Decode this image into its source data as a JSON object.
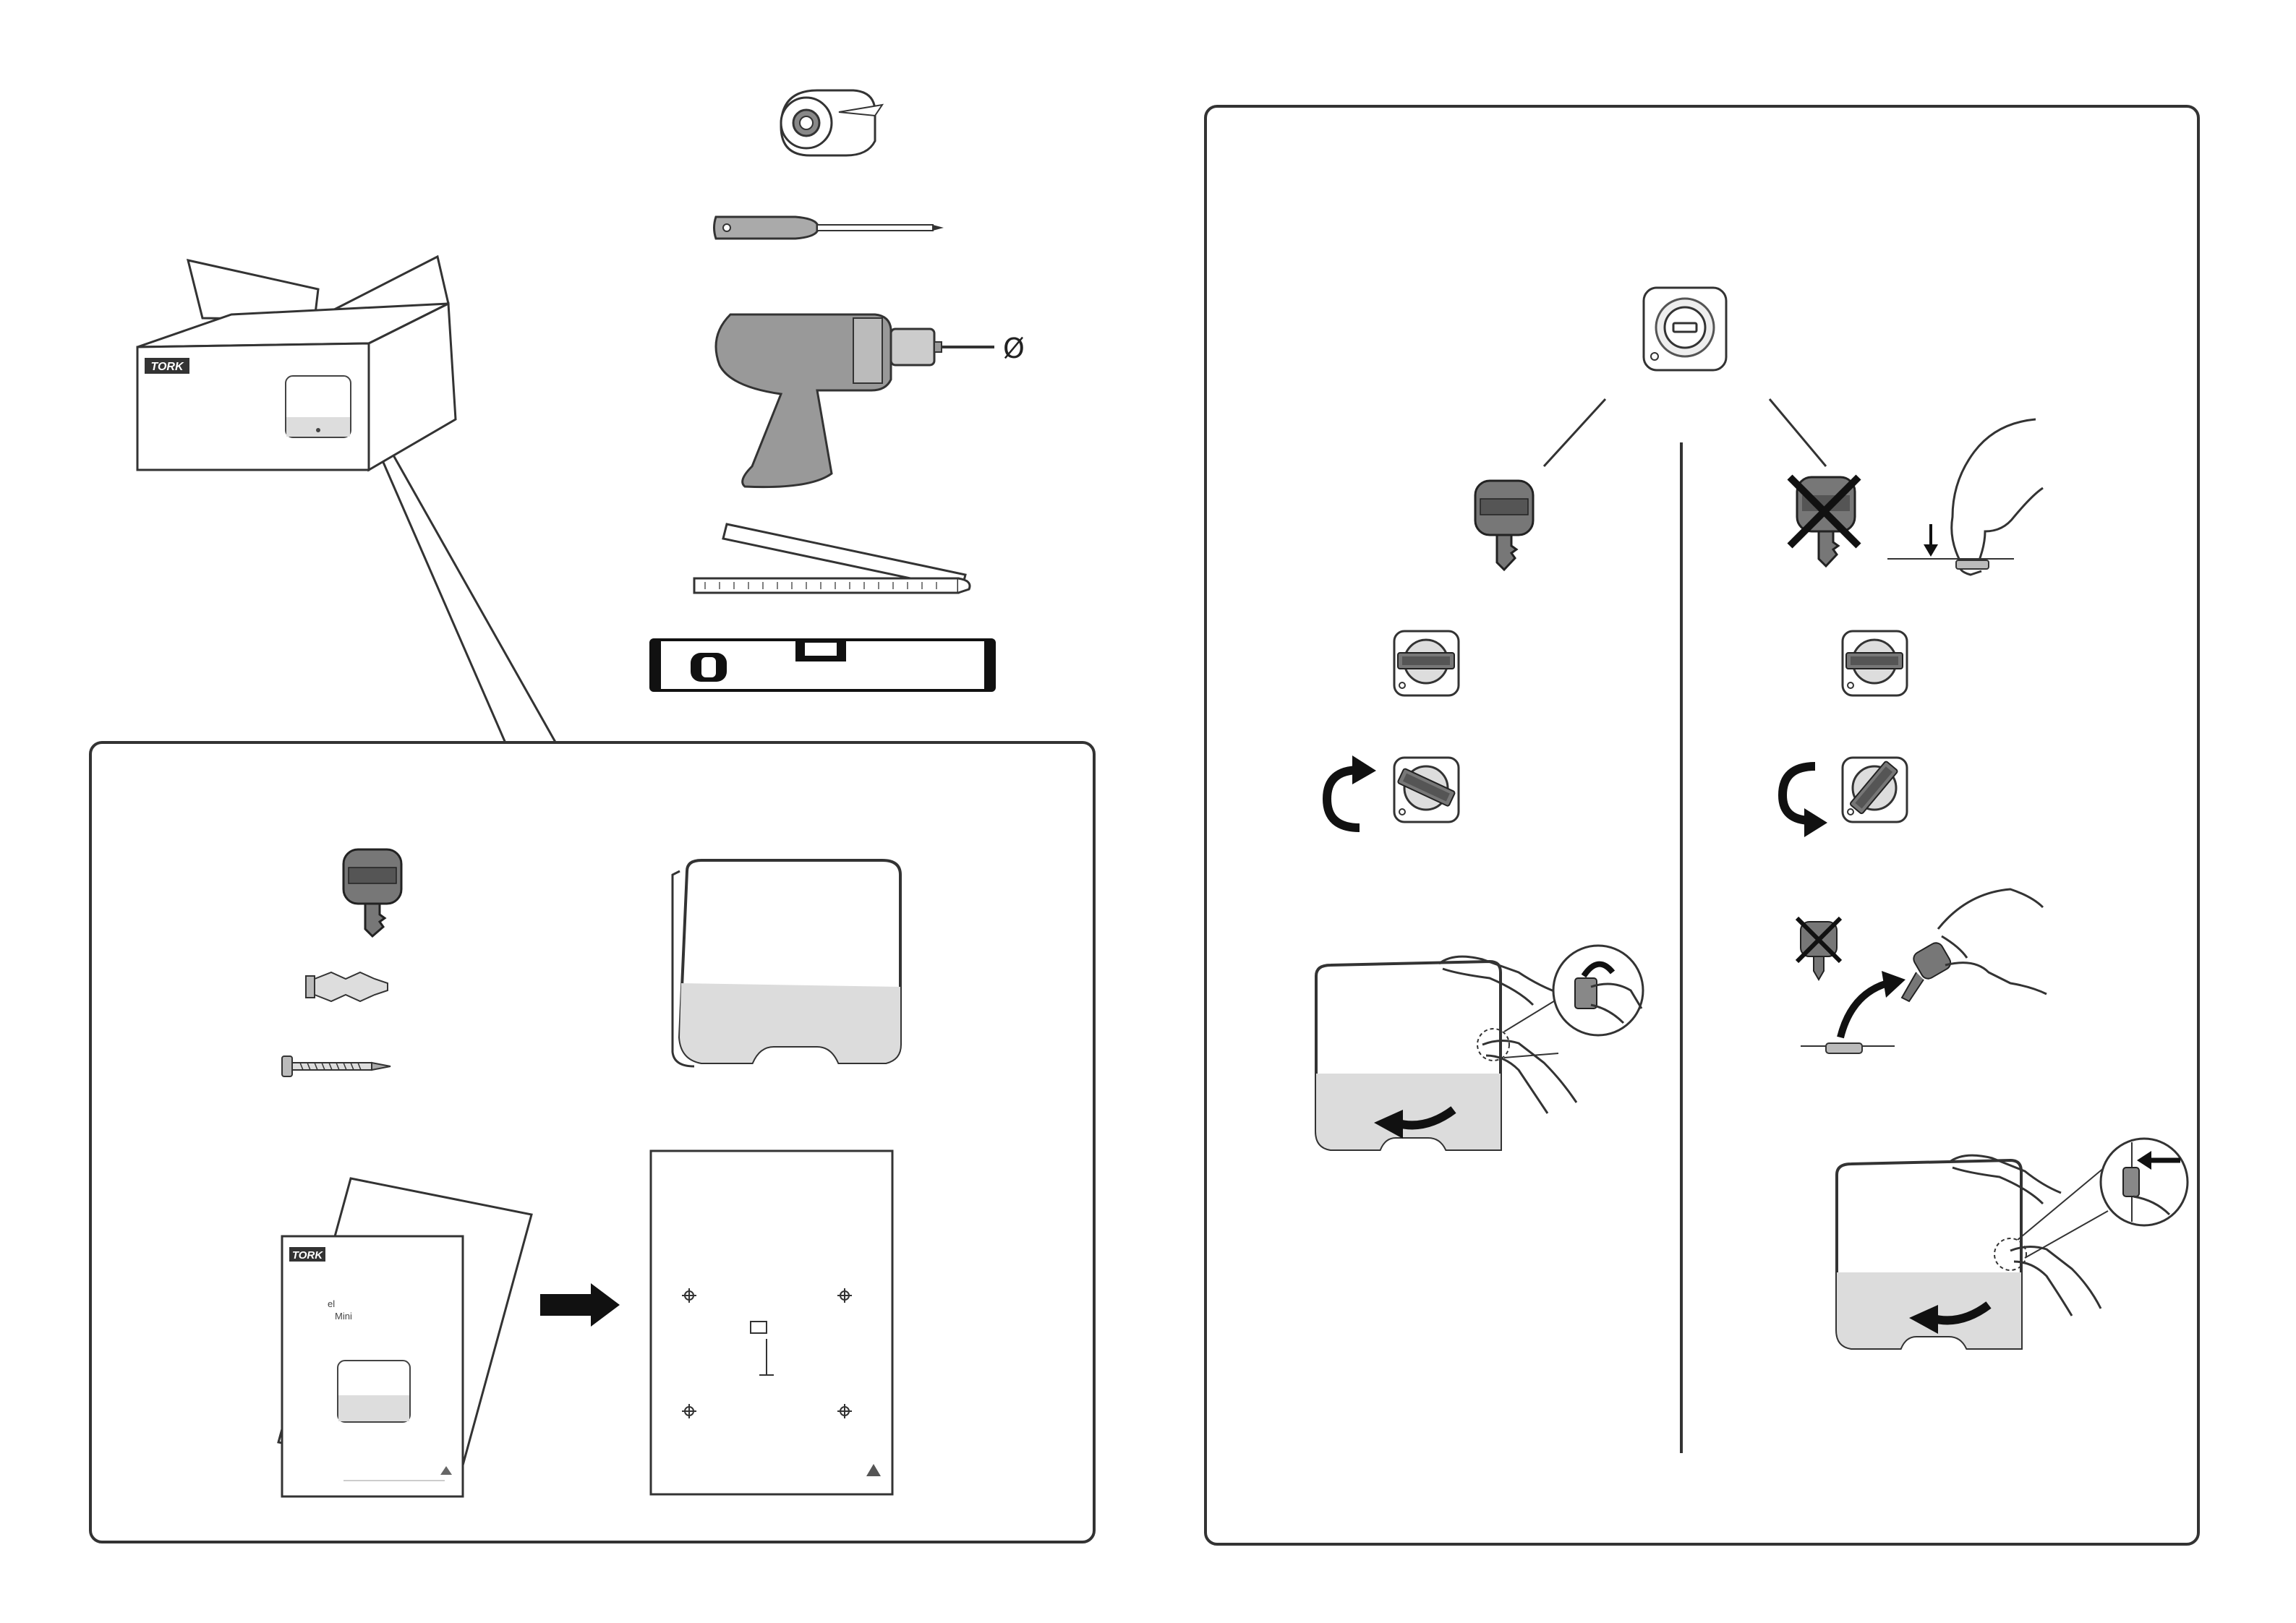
{
  "brand": {
    "logo_text": "TORK"
  },
  "tools": {
    "drill_bit_symbol": "Ø"
  },
  "manual": {
    "title_line1": "el",
    "title_line2": "Mini"
  },
  "colors": {
    "line": "#333333",
    "tool_gray": "#9a9a9a",
    "dispenser_lower": "#dcdcdc",
    "black": "#111111"
  },
  "icons": [
    "tape-icon",
    "screwdriver-icon",
    "drill-icon",
    "folding-ruler-icon",
    "spirit-level-icon",
    "key-icon",
    "wall-plug-icon",
    "screw-icon",
    "dispenser-icon",
    "lock-icon",
    "rotate-clockwise-icon",
    "rotate-counterclockwise-icon",
    "hand-icon",
    "arrow-icon"
  ]
}
